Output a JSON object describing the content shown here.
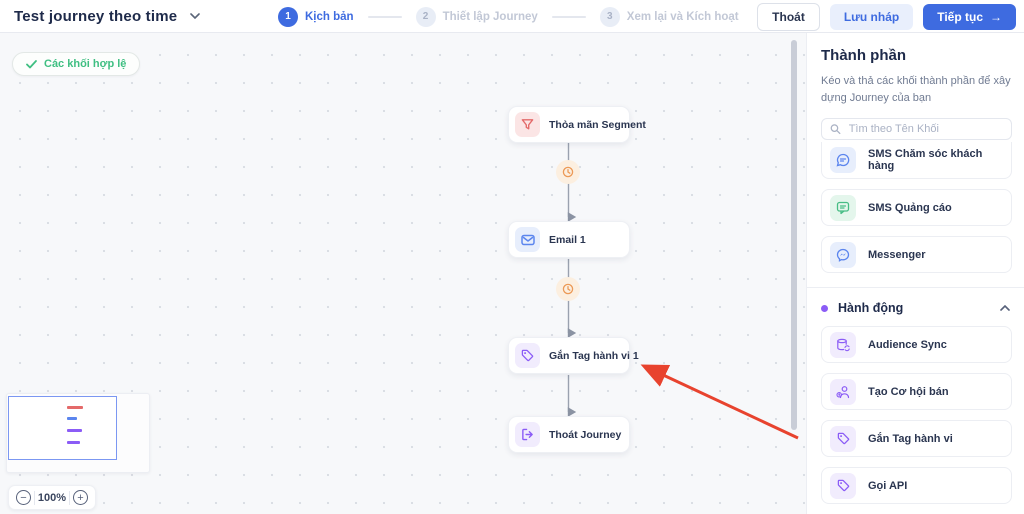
{
  "colors": {
    "primary_blue": "#3e6be0",
    "success_green": "#3fbf82",
    "action_purple": "#8b5cf6",
    "segment_red": "#e46a6a",
    "wait_orange": "#f09f5e",
    "arrow_red": "#e8432e"
  },
  "topbar": {
    "title": "Test journey theo time",
    "steps": [
      {
        "num": "1",
        "label": "Kịch bản"
      },
      {
        "num": "2",
        "label": "Thiết lập Journey"
      },
      {
        "num": "3",
        "label": "Xem lại và Kích hoạt"
      }
    ],
    "exit_label": "Thoát",
    "draft_label": "Lưu nháp",
    "continue_label": "Tiếp tục",
    "continue_arrow": "→"
  },
  "canvas": {
    "valid_badge": "Các khối hợp lệ",
    "nodes": [
      {
        "label": "Thỏa mãn Segment",
        "icon": "funnel-icon"
      },
      {
        "label": "Email 1",
        "icon": "email-icon"
      },
      {
        "label": "Gắn Tag hành vi 1",
        "icon": "tag-icon"
      },
      {
        "label": "Thoát Journey",
        "icon": "exit-icon"
      }
    ],
    "zoom_level": "100%"
  },
  "sidebar": {
    "title": "Thành phần",
    "description": "Kéo và thả các khối thành phần để xây dựng Journey của bạn",
    "search_placeholder": "Tìm theo Tên Khối",
    "channel_items": [
      {
        "label": "SMS Chăm sóc khách hàng",
        "icon": "sms-care-icon"
      },
      {
        "label": "SMS Quảng cáo",
        "icon": "sms-ads-icon"
      },
      {
        "label": "Messenger",
        "icon": "messenger-icon"
      }
    ],
    "section_label": "Hành động",
    "action_items": [
      {
        "label": "Audience Sync",
        "icon": "audience-sync-icon"
      },
      {
        "label": "Tạo Cơ hội bán",
        "icon": "sales-opportunity-icon"
      },
      {
        "label": "Gắn Tag hành vi",
        "icon": "tag-icon"
      },
      {
        "label": "Gọi API",
        "icon": "api-icon"
      }
    ]
  }
}
